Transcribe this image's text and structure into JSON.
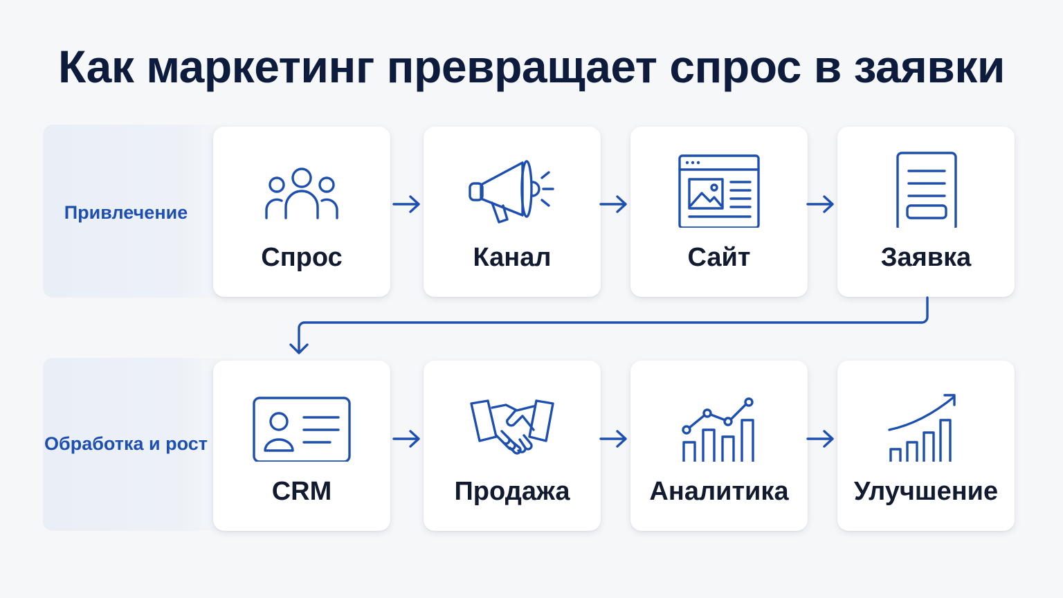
{
  "title": "Как маркетинг превращает спрос в заявки",
  "colors": {
    "accent": "#1d4fb0",
    "text": "#111a2e",
    "title": "#0d1b3d",
    "background": "#f6f7f9"
  },
  "rows": [
    {
      "label": "Привлечение",
      "steps": [
        {
          "label": "Спрос",
          "icon": "people-icon"
        },
        {
          "label": "Канал",
          "icon": "megaphone-icon"
        },
        {
          "label": "Сайт",
          "icon": "website-icon"
        },
        {
          "label": "Заявка",
          "icon": "form-icon"
        }
      ]
    },
    {
      "label": "Обработка и рост",
      "steps": [
        {
          "label": "CRM",
          "icon": "contact-card-icon"
        },
        {
          "label": "Продажа",
          "icon": "handshake-icon"
        },
        {
          "label": "Аналитика",
          "icon": "analytics-chart-icon"
        },
        {
          "label": "Улучшение",
          "icon": "growth-chart-icon"
        }
      ]
    }
  ]
}
